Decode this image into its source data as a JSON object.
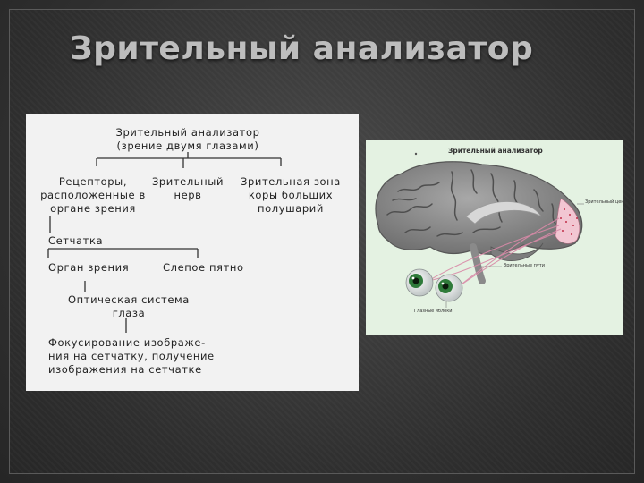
{
  "slide": {
    "title": "Зрительный анализатор"
  },
  "scheme": {
    "root": [
      "Зрительный анализатор",
      "(зрение двумя глазами)"
    ],
    "receptors": [
      "Рецепторы,",
      "расположенные в",
      "органе зрения"
    ],
    "nerve": [
      "Зрительный",
      "нерв"
    ],
    "zone": [
      "Зрительная зона",
      "коры больших",
      "полушарий"
    ],
    "retina": "Сетчатка",
    "organ": "Орган зрения",
    "blind_spot": "Слепое пятно",
    "optic_system": [
      "Оптическая система",
      "глаза"
    ],
    "focusing": [
      "Фокусирование изображе-",
      "ния на сетчатку, получение",
      "изображения на сетчатке"
    ]
  },
  "illustration": {
    "title": "Зрительный анализатор",
    "center_label": "Зрительный центр",
    "pathway_label": "Зрительные пути",
    "eyes_label": "Глазные яблоки",
    "colors": {
      "background": "#e4f2e2",
      "brain": "#8e8e8e",
      "center": "#f2c6d2",
      "iris": "#2f7a3a"
    }
  }
}
